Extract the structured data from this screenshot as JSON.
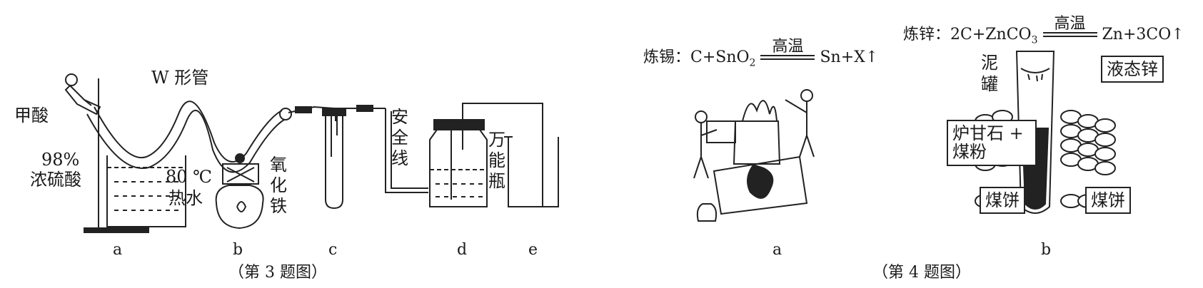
{
  "fig3": {
    "labels": {
      "formic_acid": "甲酸",
      "w_tube": "W 形管",
      "h2so4_pct": "98%",
      "h2so4": "浓硫酸",
      "temp": "80 ℃",
      "hot_water": "热水",
      "fe_oxide_1": "氧",
      "fe_oxide_2": "化",
      "fe_oxide_3": "铁",
      "safety_1": "安",
      "safety_2": "全",
      "safety_3": "线",
      "bottle_1": "万",
      "bottle_2": "能",
      "bottle_3": "瓶"
    },
    "letters": [
      "a",
      "b",
      "c",
      "d",
      "e"
    ],
    "caption": "（第 3 题图）"
  },
  "fig4": {
    "eq_a": {
      "prefix": "炼锡：C+SnO",
      "sub": "2",
      "condition": "高温",
      "products": "Sn+X",
      "arrow": "↑"
    },
    "eq_b": {
      "prefix": "炼锌：2C+ZnCO",
      "sub": "3",
      "condition": "高温",
      "products": "Zn+3CO",
      "arrow": "↑"
    },
    "labels": {
      "clay_pot_1": "泥",
      "clay_pot_2": "罐",
      "liquid_zinc": "液态锌",
      "calamine_line1": "炉甘石 +",
      "calamine_line2": "煤粉",
      "coal_cake_left": "煤饼",
      "coal_cake_right": "煤饼"
    },
    "letters": [
      "a",
      "b"
    ],
    "caption": "（第 4 题图）"
  }
}
